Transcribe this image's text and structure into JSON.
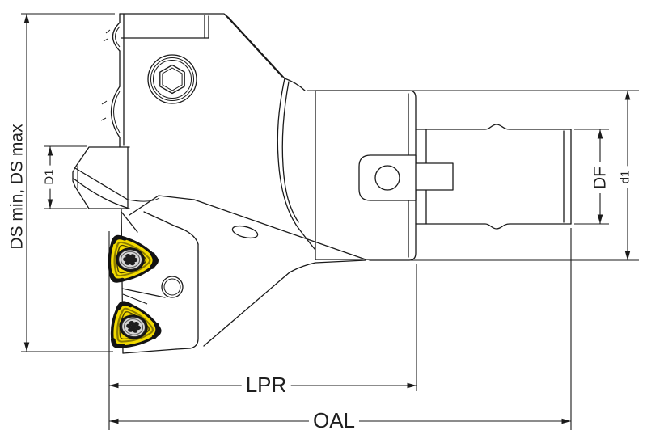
{
  "title": "Indexable chamfer mill with pilot drill - dimensioned technical drawing",
  "labels": {
    "cutting_diameter_range": "DS min, DS max",
    "pilot_diameter": "D1",
    "flange_diameter": "DF",
    "shank_diameter": "d1",
    "projection_length": "LPR",
    "overall_length": "OAL"
  },
  "colors": {
    "line": "#1a1a1a",
    "bg": "#ffffff",
    "label": "#1f1f1f",
    "insert_face": "#f2da00",
    "insert_shade": "#8a7a00",
    "insert_edge": "#131313",
    "screw_metal": "#d6d6d6"
  }
}
